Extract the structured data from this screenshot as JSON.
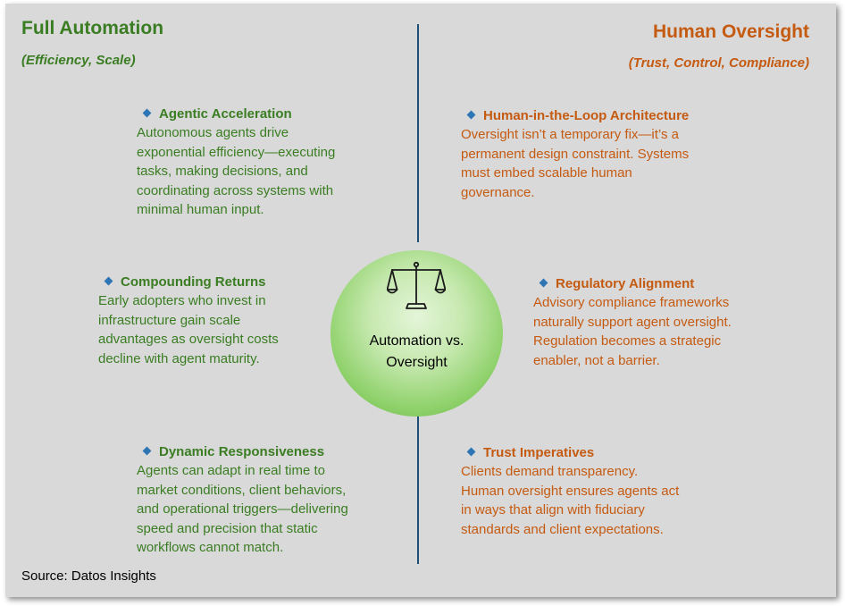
{
  "left": {
    "title": "Full Automation",
    "subtitle": "(Efficiency, Scale)",
    "items": [
      {
        "heading": "Agentic Acceleration",
        "lines": [
          "Autonomous agents drive",
          "exponential efficiency—executing",
          "tasks, making decisions, and",
          "coordinating across systems with",
          "minimal human input."
        ]
      },
      {
        "heading": "Compounding Returns",
        "lines": [
          "Early adopters who invest in",
          "infrastructure gain scale",
          "advantages as oversight costs",
          "decline with agent maturity."
        ]
      },
      {
        "heading": "Dynamic Responsiveness",
        "lines": [
          "Agents can adapt in real time to",
          "market conditions, client behaviors,",
          "and operational triggers—delivering",
          "speed and precision that static",
          "workflows cannot match."
        ]
      }
    ]
  },
  "right": {
    "title": "Human Oversight",
    "subtitle": "(Trust, Control, Compliance)",
    "items": [
      {
        "heading": "Human-in-the-Loop Architecture",
        "lines": [
          "Oversight isn’t a temporary fix—it’s a",
          "permanent design constraint. Systems",
          "must embed scalable human",
          "governance."
        ]
      },
      {
        "heading": "Regulatory Alignment",
        "lines": [
          "Advisory compliance frameworks",
          "naturally support agent oversight.",
          "Regulation becomes a strategic",
          "enabler, not a barrier."
        ]
      },
      {
        "heading": "Trust Imperatives",
        "lines": [
          "Clients demand transparency.",
          "Human oversight ensures agents act",
          "in ways that align with fiduciary",
          "standards and client expectations."
        ]
      }
    ]
  },
  "center": {
    "line1": "Automation vs.",
    "line2": "Oversight",
    "icon": "balance-scale-icon"
  },
  "source": "Source: Datos Insights",
  "colors": {
    "green": "#3a7d22",
    "orange": "#c55a11",
    "bullet": "#2e75b6",
    "divider": "#1f4e79",
    "background": "#d9d9d9"
  }
}
